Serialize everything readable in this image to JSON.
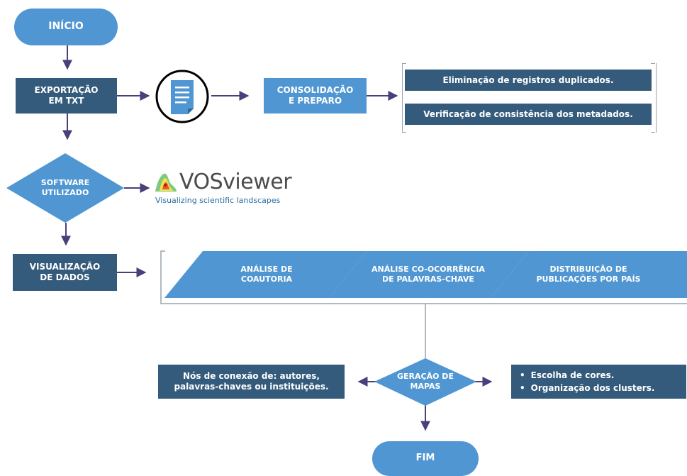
{
  "nodes": {
    "inicio": "INÍCIO",
    "exportacao": "EXPORTAÇÃO\nEM TXT",
    "consolidacao": "CONSOLIDAÇÃO\nE PREPARO",
    "eliminacao": "Eliminação de registros duplicados.",
    "verificacao": "Verificação de consistência dos metadados.",
    "software": "SOFTWARE\nUTILIZADO",
    "visualizacao": "VISUALIZAÇÃO\nDE DADOS",
    "analise_coautoria": "ANÁLISE DE\nCOAUTORIA",
    "analise_coocorrencia": "ANÁLISE CO-OCORRÊNCIA\nDE PALAVRAS-CHAVE",
    "distribuicao": "DISTRIBUIÇÃO DE\nPUBLICAÇÕES POR PAÍS",
    "geracao": "GERAÇÃO DE\nMAPAS",
    "nos_conexao": "Nós de conexão de: autores,\npalavras-chaves ou instituições.",
    "escolha_cores": "Escolha de cores.",
    "organizacao": "Organização dos clusters.",
    "fim": "FIM"
  },
  "logo": {
    "name": "VOSviewer",
    "tagline": "Visualizing scientific landscapes"
  },
  "icons": {
    "document": "document-icon",
    "logo": "vosviewer-logo-icon"
  },
  "colors": {
    "light_blue": "#4f96d2",
    "dark_blue": "#345b7c",
    "arrow": "#4a3f7a",
    "bracket": "#9aa3ad"
  }
}
